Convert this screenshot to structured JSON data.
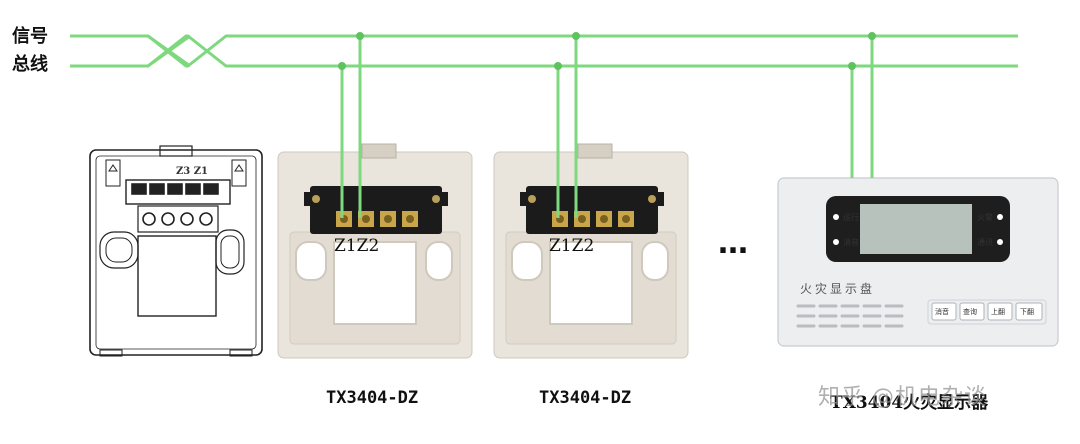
{
  "bus": {
    "label_line1": "信号",
    "label_line2": "总线",
    "line_color": "#7ed97e"
  },
  "modules": [
    {
      "terminal_label": "Z1Z2",
      "model": "TX3404-DZ"
    },
    {
      "terminal_label": "Z1Z2",
      "model": "TX3404-DZ"
    }
  ],
  "outline_drawing": {
    "terminal_label": "Z3 Z1"
  },
  "ellipsis": "…",
  "panel": {
    "title": "火灾显示盘",
    "left_indicators": [
      "运行",
      "消音"
    ],
    "right_indicators": [
      "火警",
      "通讯"
    ],
    "buttons": [
      "消音",
      "查询",
      "上翻",
      "下翻"
    ],
    "model_partial": "TX3404火灾显示器"
  },
  "watermark": "知乎 @机电杂谈"
}
